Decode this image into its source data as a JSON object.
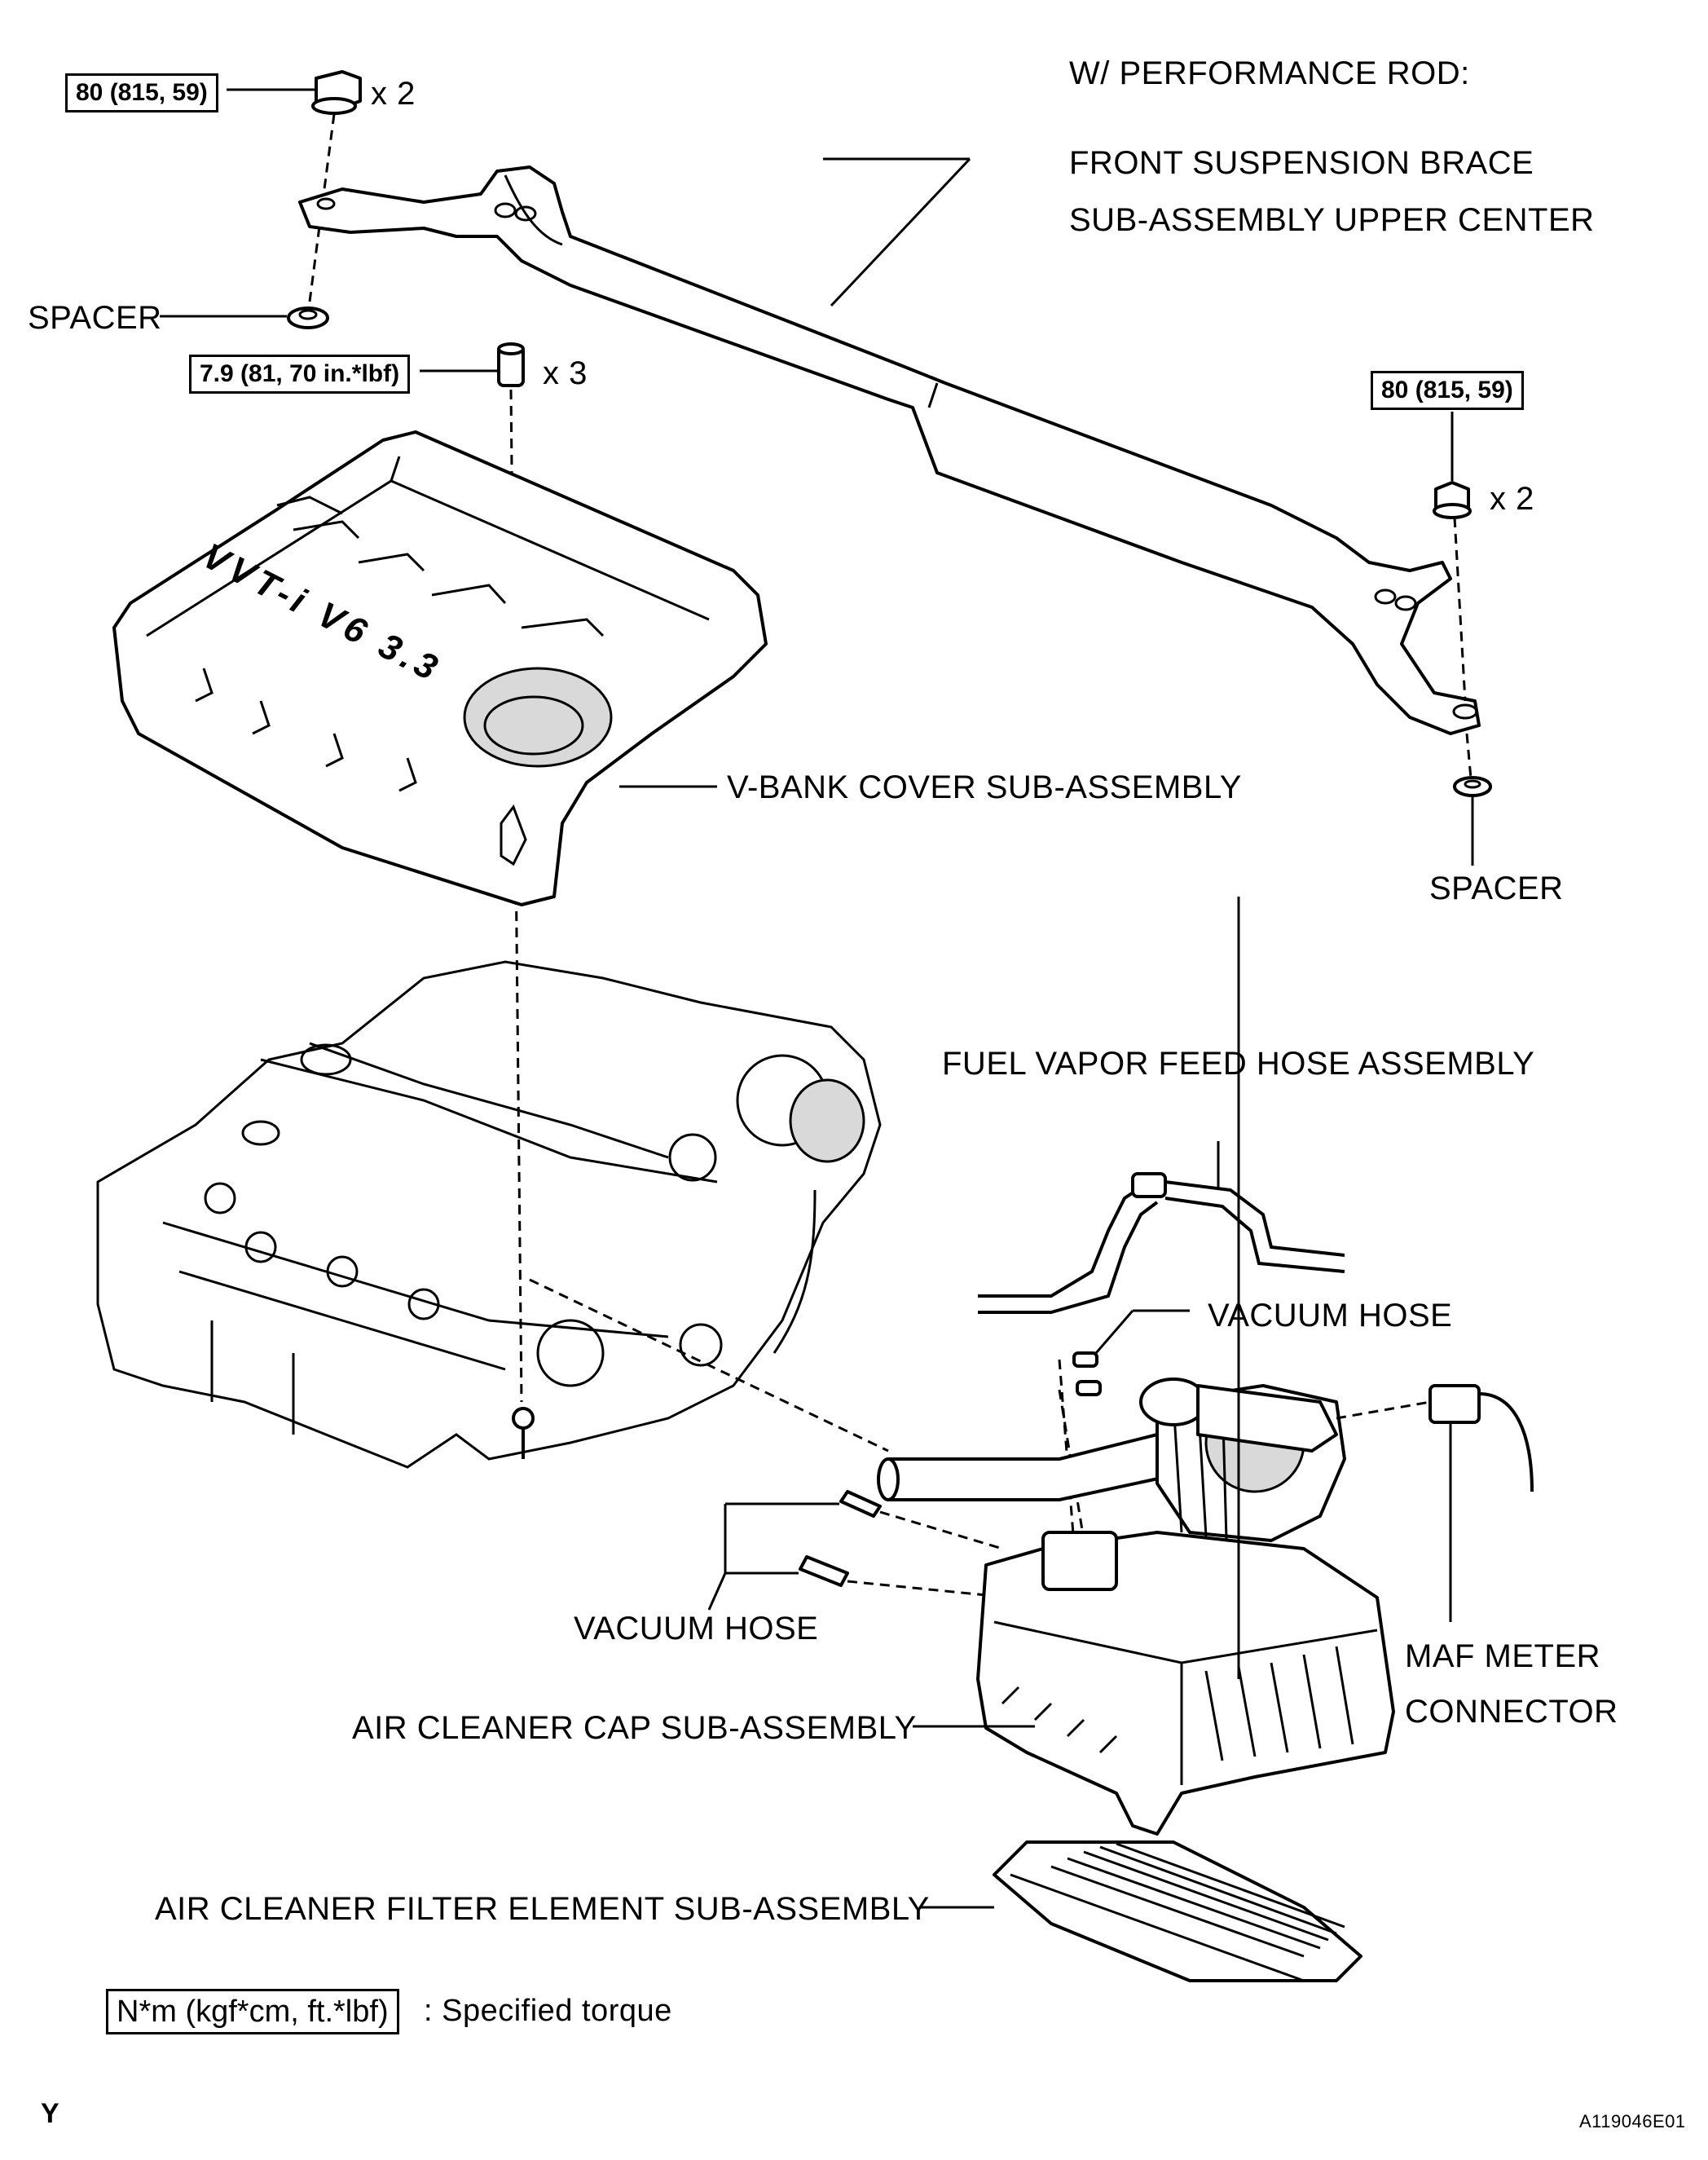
{
  "heading": "W/ PERFORMANCE ROD:",
  "labels": {
    "brace_line1": "FRONT SUSPENSION BRACE",
    "brace_line2": "SUB-ASSEMBLY UPPER CENTER",
    "spacer_left": "SPACER",
    "spacer_right": "SPACER",
    "vbank_cover": "V-BANK COVER SUB-ASSEMBLY",
    "fuel_vapor": "FUEL VAPOR FEED HOSE ASSEMBLY",
    "vacuum_hose_top": "VACUUM HOSE",
    "vacuum_hose_left": "VACUUM HOSE",
    "maf_line1": "MAF METER",
    "maf_line2": "CONNECTOR",
    "air_cleaner_cap": "AIR CLEANER CAP SUB-ASSEMBLY",
    "filter_element": "AIR CLEANER FILTER ELEMENT SUB-ASSEMBLY",
    "cover_logo": "VVT-i V6 3.3"
  },
  "torques": {
    "nut_left": "80 (815, 59)",
    "nut_right": "80 (815, 59)",
    "bolt_cover": "7.9 (81, 70 in.*lbf)"
  },
  "quantities": {
    "nut_left": "x 2",
    "nut_right": "x 2",
    "bolt_cover": "x 3"
  },
  "legend": {
    "unit_box": "N*m (kgf*cm, ft.*lbf)",
    "text": ": Specified torque"
  },
  "footer": {
    "corner_mark": "Y",
    "figure_id": "A119046E01"
  }
}
